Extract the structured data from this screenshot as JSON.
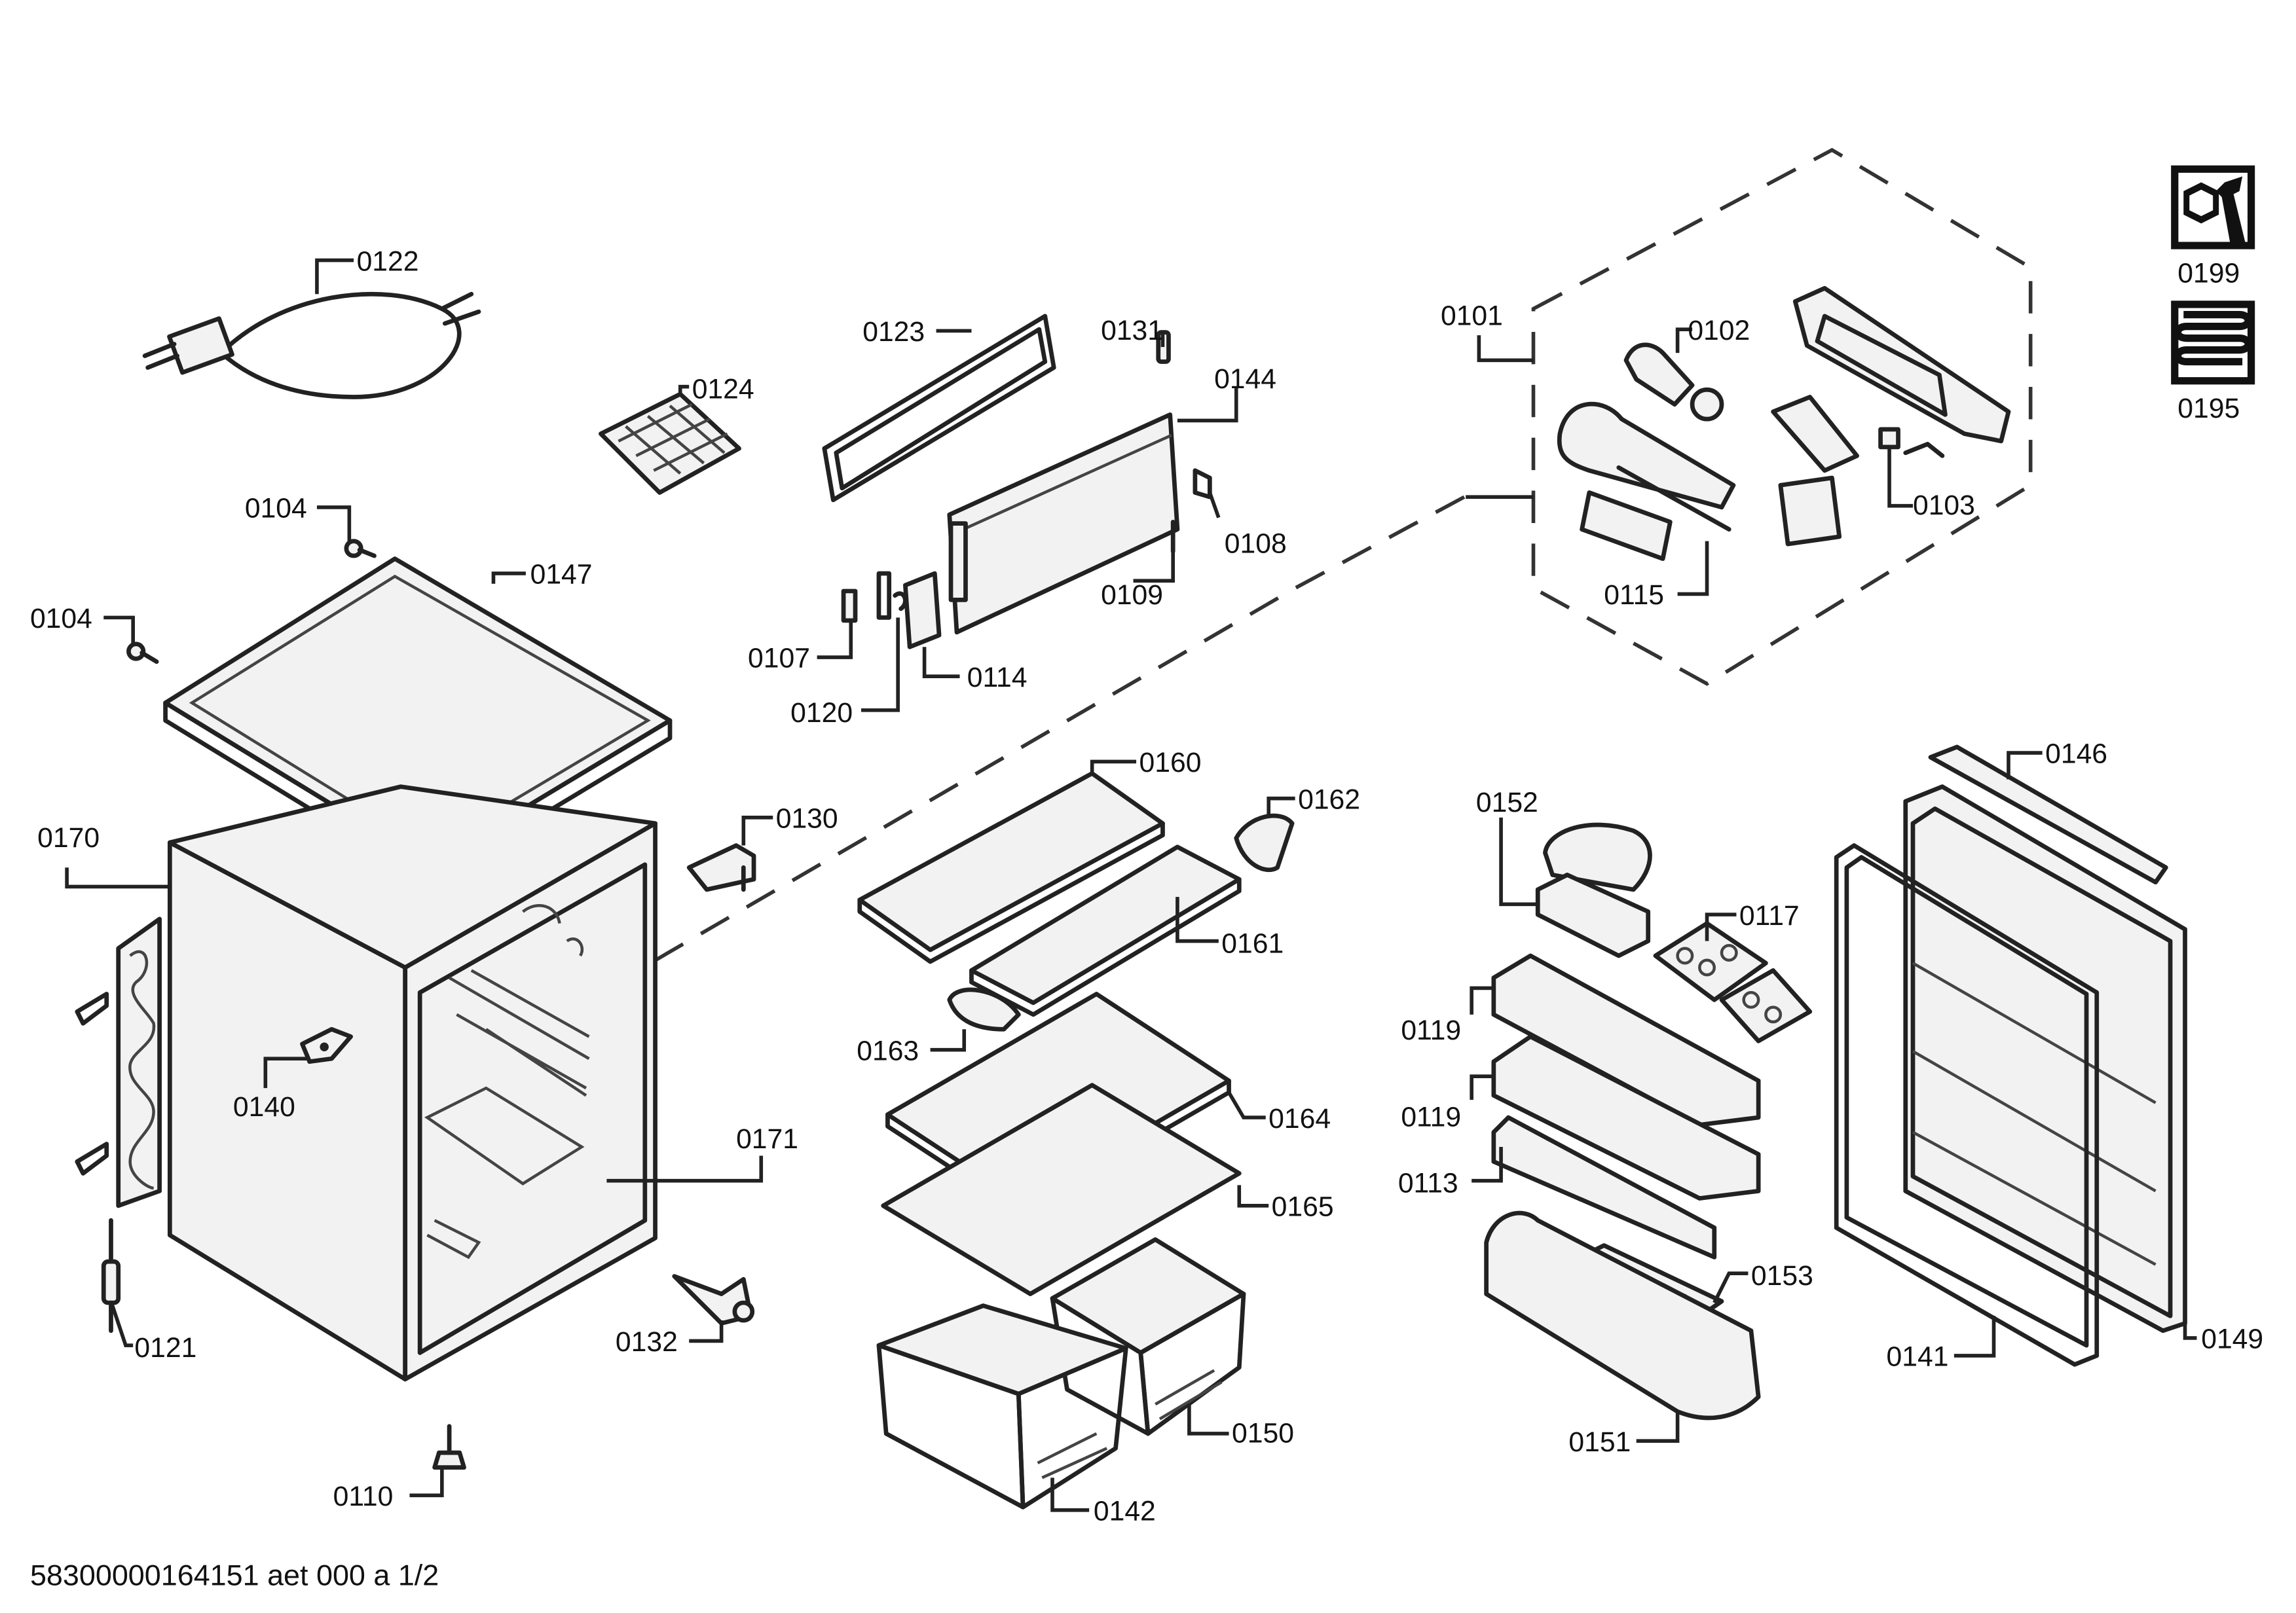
{
  "footer": "58300000164151 aet 000 a 1/2",
  "icon_codes": {
    "tools": "0199",
    "evaporator": "0195"
  },
  "icons": [
    "wrench-nut-icon",
    "evaporator-coil-icon"
  ],
  "labels": {
    "p0101": "0101",
    "p0102": "0102",
    "p0103": "0103",
    "p0104a": "0104",
    "p0104b": "0104",
    "p0107": "0107",
    "p0108": "0108",
    "p0109": "0109",
    "p0110": "0110",
    "p0113": "0113",
    "p0114": "0114",
    "p0115": "0115",
    "p0117": "0117",
    "p0119a": "0119",
    "p0119b": "0119",
    "p0120": "0120",
    "p0121": "0121",
    "p0122": "0122",
    "p0123": "0123",
    "p0124": "0124",
    "p0130": "0130",
    "p0131": "0131",
    "p0132": "0132",
    "p0140": "0140",
    "p0141": "0141",
    "p0142": "0142",
    "p0144": "0144",
    "p0146": "0146",
    "p0147": "0147",
    "p0149": "0149",
    "p0150": "0150",
    "p0151": "0151",
    "p0152": "0152",
    "p0153": "0153",
    "p0160": "0160",
    "p0161": "0161",
    "p0162": "0162",
    "p0163": "0163",
    "p0164": "0164",
    "p0165": "0165",
    "p0170": "0170",
    "p0171": "0171"
  }
}
